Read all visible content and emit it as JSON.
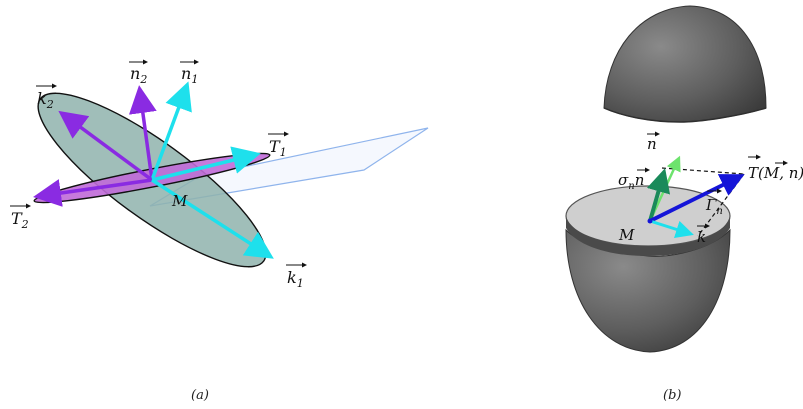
{
  "panel_a": {
    "caption": "(a)",
    "labels": {
      "n2": "n",
      "n2_sub": "2",
      "n1": "n",
      "n1_sub": "1",
      "k2": "k",
      "k2_sub": "2",
      "T1": "T",
      "T1_sub": "1",
      "T2": "T",
      "T2_sub": "2",
      "M": "M",
      "k1": "k",
      "k1_sub": "1"
    }
  },
  "panel_b": {
    "caption": "(b)",
    "labels": {
      "n": "n",
      "sigma_n": "σ",
      "sigma_n_sub": "n",
      "sigma_n_vec": "n",
      "T_expr_T": "T",
      "T_expr_rest": "(M, n)dS",
      "Gamma": "Γ",
      "Gamma_sub": "n",
      "M": "M",
      "k": "k"
    }
  },
  "colors": {
    "cyan": "#1ee0ec",
    "violet": "#8a2be2",
    "purple_ellipse": "#c06ad8",
    "green_gray_ellipse": "#8fb3ad",
    "plane_stroke": "#8fb4ec",
    "blue": "#1515d8",
    "dark_green": "#1a8a5a",
    "light_green": "#6de36d",
    "shell_gray": "#5f5f5f",
    "cut_face": "#cfcfcf"
  }
}
